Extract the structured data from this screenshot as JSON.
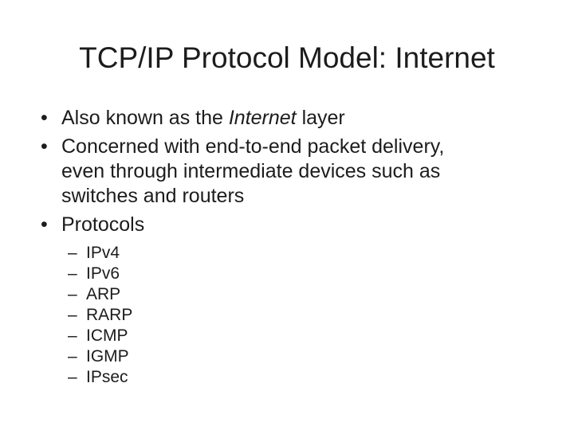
{
  "slide": {
    "title": "TCP/IP Protocol Model: Internet",
    "markers": {
      "bullet": "•",
      "dash": "–"
    },
    "bullets": {
      "b1_prefix": "Also known as the ",
      "b1_italic": "Internet",
      "b1_suffix": " layer",
      "b2_lines": "Concerned with end-to-end packet delivery,\neven through intermediate devices such as\nswitches and routers",
      "b3": "Protocols"
    },
    "protocols": [
      "IPv4",
      "IPv6",
      "ARP",
      "RARP",
      "ICMP",
      "IGMP",
      "IPsec"
    ],
    "colors": {
      "background": "#ffffff",
      "text": "#1c1c1c"
    }
  }
}
